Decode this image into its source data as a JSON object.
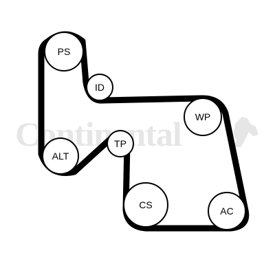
{
  "watermark": {
    "text": "Continental",
    "color": "#e6e6e6"
  },
  "belt": {
    "color": "#000000"
  },
  "pulleys": [
    {
      "id": "ps",
      "label": "PS"
    },
    {
      "id": "id",
      "label": "ID"
    },
    {
      "id": "wp",
      "label": "WP"
    },
    {
      "id": "tp",
      "label": "TP"
    },
    {
      "id": "alt",
      "label": "ALT"
    },
    {
      "id": "cs",
      "label": "CS"
    },
    {
      "id": "ac",
      "label": "AC"
    }
  ]
}
